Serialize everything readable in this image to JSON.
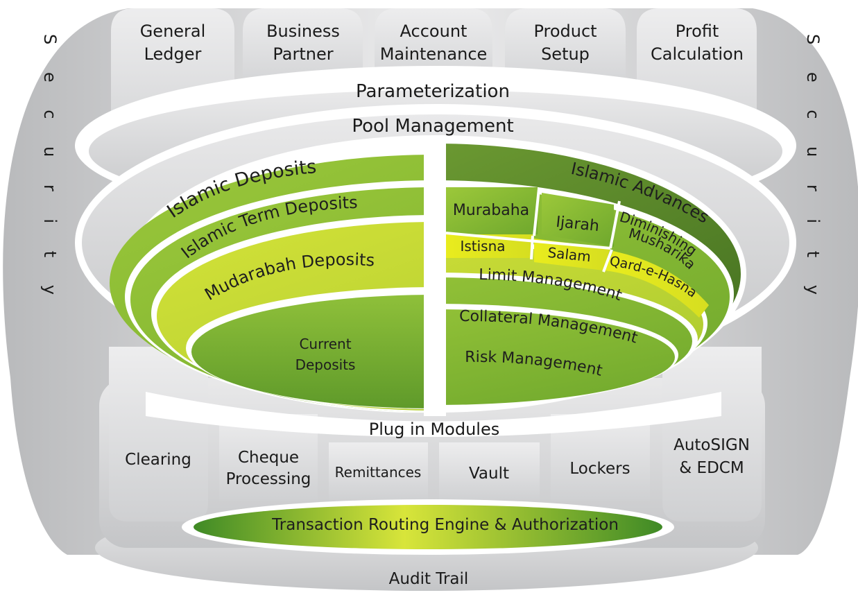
{
  "top_modules": [
    {
      "line1": "General",
      "line2": "Ledger"
    },
    {
      "line1": "Business",
      "line2": "Partner"
    },
    {
      "line1": "Account",
      "line2": "Maintenance"
    },
    {
      "line1": "Product",
      "line2": "Setup"
    },
    {
      "line1": "Profit",
      "line2": "Calculation"
    }
  ],
  "parameterization": "Parameterization",
  "pool_management": "Pool Management",
  "security_left": "S e c u r i t y",
  "security_right": "S e c u r i t y",
  "deposits": {
    "islamic_deposits": "Islamic Deposits",
    "islamic_term_deposits": "Islamic Term Deposits",
    "mudarabah_deposits": "Mudarabah Deposits",
    "current_deposits_line1": "Current",
    "current_deposits_line2": "Deposits"
  },
  "advances": {
    "islamic_advances": "Islamic Advances",
    "murabaha": "Murabaha",
    "ijarah": "Ijarah",
    "diminishing_line1": "Diminishing",
    "diminishing_line2": "Musharika",
    "istisna": "Istisna",
    "salam": "Salam",
    "qard_e_hasna": "Qard-e-Hasna",
    "limit_management": "Limit Management",
    "collateral_management": "Collateral Management",
    "risk_management": "Risk Management"
  },
  "plug_in_modules": "Plug in Modules",
  "bottom_modules": [
    {
      "line1": "Clearing",
      "line2": ""
    },
    {
      "line1": "Cheque",
      "line2": "Processing"
    },
    {
      "line1": "Remittances",
      "line2": ""
    },
    {
      "line1": "Vault",
      "line2": ""
    },
    {
      "line1": "Lockers",
      "line2": ""
    },
    {
      "line1": "AutoSIGN",
      "line2": "& EDCM"
    }
  ],
  "transaction_routing": "Transaction Routing Engine & Authorization",
  "audit_trail": "Audit Trail"
}
